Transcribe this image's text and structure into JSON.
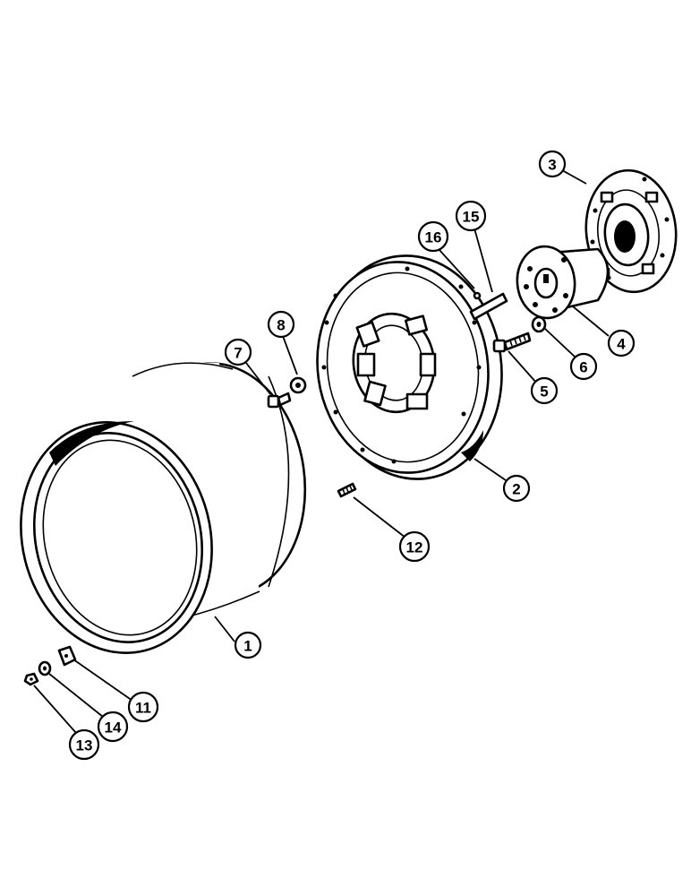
{
  "callouts": [
    {
      "id": "1",
      "label": "1"
    },
    {
      "id": "2",
      "label": "2"
    },
    {
      "id": "3",
      "label": "3"
    },
    {
      "id": "4",
      "label": "4"
    },
    {
      "id": "5",
      "label": "5"
    },
    {
      "id": "6",
      "label": "6"
    },
    {
      "id": "7",
      "label": "7"
    },
    {
      "id": "8",
      "label": "8"
    },
    {
      "id": "11",
      "label": "11"
    },
    {
      "id": "12",
      "label": "12"
    },
    {
      "id": "13",
      "label": "13"
    },
    {
      "id": "14",
      "label": "14"
    },
    {
      "id": "15",
      "label": "15"
    },
    {
      "id": "16",
      "label": "16"
    }
  ]
}
